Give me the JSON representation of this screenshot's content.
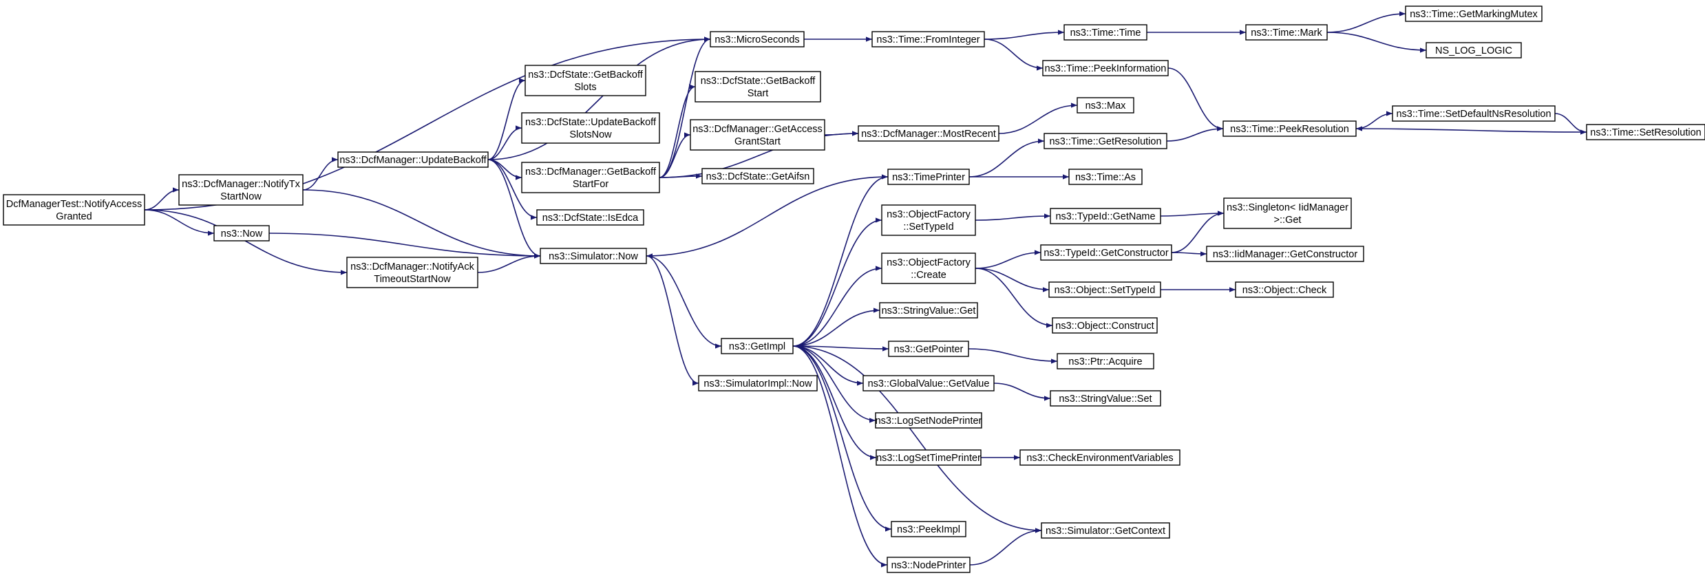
{
  "colors": {
    "edge": "#191970",
    "node_border": "#000000",
    "truncated_border": "#ff0000",
    "root_fill": "#bfbfbf",
    "background": "#ffffff"
  },
  "nodes": [
    {
      "id": "root",
      "lines": [
        "DcfManagerTest::NotifyAccess",
        "Granted"
      ],
      "root": true
    },
    {
      "id": "notifyTx",
      "lines": [
        "ns3::DcfManager::NotifyTx",
        "StartNow"
      ]
    },
    {
      "id": "now",
      "lines": [
        "ns3::Now"
      ]
    },
    {
      "id": "notifyAck",
      "lines": [
        "ns3::DcfManager::NotifyAck",
        "TimeoutStartNow"
      ]
    },
    {
      "id": "updateBackoff",
      "lines": [
        "ns3::DcfManager::UpdateBackoff"
      ]
    },
    {
      "id": "simNow",
      "lines": [
        "ns3::Simulator::Now"
      ]
    },
    {
      "id": "getBackoffSlots",
      "lines": [
        "ns3::DcfState::GetBackoff",
        "Slots"
      ]
    },
    {
      "id": "updateBackoffSlotsNow",
      "lines": [
        "ns3::DcfState::UpdateBackoff",
        "SlotsNow"
      ]
    },
    {
      "id": "getBackoffStartFor",
      "lines": [
        "ns3::DcfManager::GetBackoff",
        "StartFor"
      ]
    },
    {
      "id": "isEdca",
      "lines": [
        "ns3::DcfState::IsEdca"
      ]
    },
    {
      "id": "getImpl",
      "lines": [
        "ns3::GetImpl"
      ]
    },
    {
      "id": "simImplNow",
      "lines": [
        "ns3::SimulatorImpl::Now"
      ]
    },
    {
      "id": "microSeconds",
      "lines": [
        "ns3::MicroSeconds"
      ]
    },
    {
      "id": "getBackoffStart",
      "lines": [
        "ns3::DcfState::GetBackoff",
        "Start"
      ]
    },
    {
      "id": "getAccessGrantStart",
      "lines": [
        "ns3::DcfManager::GetAccess",
        "GrantStart"
      ]
    },
    {
      "id": "getAifsn",
      "lines": [
        "ns3::DcfState::GetAifsn"
      ]
    },
    {
      "id": "fromInteger",
      "lines": [
        "ns3::Time::FromInteger"
      ]
    },
    {
      "id": "mostRecent",
      "lines": [
        "ns3::DcfManager::MostRecent"
      ]
    },
    {
      "id": "timePrinter",
      "lines": [
        "ns3::TimePrinter"
      ]
    },
    {
      "id": "ofSetTypeId",
      "lines": [
        "ns3::ObjectFactory",
        "::SetTypeId"
      ]
    },
    {
      "id": "ofCreate",
      "lines": [
        "ns3::ObjectFactory",
        "::Create"
      ]
    },
    {
      "id": "stringValueGet",
      "lines": [
        "ns3::StringValue::Get"
      ]
    },
    {
      "id": "getPointer",
      "lines": [
        "ns3::GetPointer"
      ]
    },
    {
      "id": "globalValueGetValue",
      "lines": [
        "ns3::GlobalValue::GetValue"
      ]
    },
    {
      "id": "logSetNodePrinter",
      "lines": [
        "ns3::LogSetNodePrinter"
      ]
    },
    {
      "id": "logSetTimePrinter",
      "lines": [
        "ns3::LogSetTimePrinter"
      ]
    },
    {
      "id": "peekImpl",
      "lines": [
        "ns3::PeekImpl"
      ]
    },
    {
      "id": "nodePrinter",
      "lines": [
        "ns3::NodePrinter"
      ]
    },
    {
      "id": "timeTime",
      "lines": [
        "ns3::Time::Time"
      ]
    },
    {
      "id": "peekInformation",
      "lines": [
        "ns3::Time::PeekInformation"
      ]
    },
    {
      "id": "max",
      "lines": [
        "ns3::Max"
      ]
    },
    {
      "id": "getResolution",
      "lines": [
        "ns3::Time::GetResolution"
      ]
    },
    {
      "id": "timeAs",
      "lines": [
        "ns3::Time::As"
      ]
    },
    {
      "id": "typeIdGetName",
      "lines": [
        "ns3::TypeId::GetName"
      ],
      "truncated": true
    },
    {
      "id": "typeIdGetConstructor",
      "lines": [
        "ns3::TypeId::GetConstructor"
      ]
    },
    {
      "id": "objectSetTypeId",
      "lines": [
        "ns3::Object::SetTypeId"
      ]
    },
    {
      "id": "objectConstruct",
      "lines": [
        "ns3::Object::Construct"
      ],
      "truncated": true
    },
    {
      "id": "ptrAcquire",
      "lines": [
        "ns3::Ptr::Acquire"
      ]
    },
    {
      "id": "stringValueSet",
      "lines": [
        "ns3::StringValue::Set"
      ]
    },
    {
      "id": "checkEnv",
      "lines": [
        "ns3::CheckEnvironmentVariables"
      ],
      "truncated": true
    },
    {
      "id": "simGetContext",
      "lines": [
        "ns3::Simulator::GetContext"
      ],
      "truncated": true
    },
    {
      "id": "timeMark",
      "lines": [
        "ns3::Time::Mark"
      ]
    },
    {
      "id": "peekResolution",
      "lines": [
        "ns3::Time::PeekResolution"
      ]
    },
    {
      "id": "singletonGet",
      "lines": [
        "ns3::Singleton< IidManager",
        " >::Get"
      ]
    },
    {
      "id": "iidGetConstructor",
      "lines": [
        "ns3::IidManager::GetConstructor"
      ],
      "truncated": true
    },
    {
      "id": "objectCheck",
      "lines": [
        "ns3::Object::Check"
      ],
      "truncated": true
    },
    {
      "id": "getMarkingMutex",
      "lines": [
        "ns3::Time::GetMarkingMutex"
      ]
    },
    {
      "id": "nsLogLogic",
      "lines": [
        "NS_LOG_LOGIC"
      ]
    },
    {
      "id": "setDefaultNsResolution",
      "lines": [
        "ns3::Time::SetDefaultNsResolution"
      ]
    },
    {
      "id": "setResolution",
      "lines": [
        "ns3::Time::SetResolution"
      ]
    }
  ],
  "edges": [
    [
      "root",
      "microSeconds"
    ],
    [
      "root",
      "notifyTx"
    ],
    [
      "root",
      "now"
    ],
    [
      "root",
      "notifyAck"
    ],
    [
      "notifyTx",
      "updateBackoff"
    ],
    [
      "notifyTx",
      "simNow"
    ],
    [
      "now",
      "simNow"
    ],
    [
      "notifyAck",
      "simNow"
    ],
    [
      "updateBackoff",
      "microSeconds"
    ],
    [
      "updateBackoff",
      "getBackoffSlots"
    ],
    [
      "updateBackoff",
      "updateBackoffSlotsNow"
    ],
    [
      "updateBackoff",
      "getBackoffStartFor"
    ],
    [
      "updateBackoff",
      "isEdca"
    ],
    [
      "updateBackoff",
      "simNow"
    ],
    [
      "getBackoffStartFor",
      "microSeconds"
    ],
    [
      "getBackoffStartFor",
      "getBackoffStart"
    ],
    [
      "getBackoffStartFor",
      "getAccessGrantStart"
    ],
    [
      "getBackoffStartFor",
      "getAifsn"
    ],
    [
      "getBackoffStartFor",
      "mostRecent"
    ],
    [
      "getAccessGrantStart",
      "mostRecent"
    ],
    [
      "mostRecent",
      "max"
    ],
    [
      "simNow",
      "getImpl"
    ],
    [
      "simNow",
      "simImplNow"
    ],
    [
      "microSeconds",
      "fromInteger"
    ],
    [
      "fromInteger",
      "timeTime"
    ],
    [
      "fromInteger",
      "peekInformation"
    ],
    [
      "timeTime",
      "timeMark"
    ],
    [
      "timeMark",
      "getMarkingMutex"
    ],
    [
      "timeMark",
      "nsLogLogic"
    ],
    [
      "peekInformation",
      "peekResolution"
    ],
    [
      "getResolution",
      "peekResolution"
    ],
    [
      "peekResolution",
      "setDefaultNsResolution"
    ],
    [
      "setDefaultNsResolution",
      "setResolution"
    ],
    [
      "setResolution",
      "peekResolution"
    ],
    [
      "timePrinter",
      "simNow"
    ],
    [
      "timePrinter",
      "getResolution"
    ],
    [
      "timePrinter",
      "timeAs"
    ],
    [
      "getImpl",
      "timePrinter"
    ],
    [
      "getImpl",
      "ofSetTypeId"
    ],
    [
      "getImpl",
      "ofCreate"
    ],
    [
      "getImpl",
      "stringValueGet"
    ],
    [
      "getImpl",
      "getPointer"
    ],
    [
      "getImpl",
      "globalValueGetValue"
    ],
    [
      "getImpl",
      "logSetNodePrinter"
    ],
    [
      "getImpl",
      "logSetTimePrinter"
    ],
    [
      "getImpl",
      "peekImpl"
    ],
    [
      "getImpl",
      "nodePrinter"
    ],
    [
      "getImpl",
      "simGetContext"
    ],
    [
      "ofSetTypeId",
      "typeIdGetName"
    ],
    [
      "typeIdGetName",
      "singletonGet"
    ],
    [
      "ofCreate",
      "typeIdGetConstructor"
    ],
    [
      "ofCreate",
      "objectSetTypeId"
    ],
    [
      "ofCreate",
      "objectConstruct"
    ],
    [
      "typeIdGetConstructor",
      "singletonGet"
    ],
    [
      "typeIdGetConstructor",
      "iidGetConstructor"
    ],
    [
      "objectSetTypeId",
      "objectCheck"
    ],
    [
      "getPointer",
      "ptrAcquire"
    ],
    [
      "globalValueGetValue",
      "stringValueSet"
    ],
    [
      "logSetTimePrinter",
      "checkEnv"
    ],
    [
      "nodePrinter",
      "simGetContext"
    ]
  ]
}
